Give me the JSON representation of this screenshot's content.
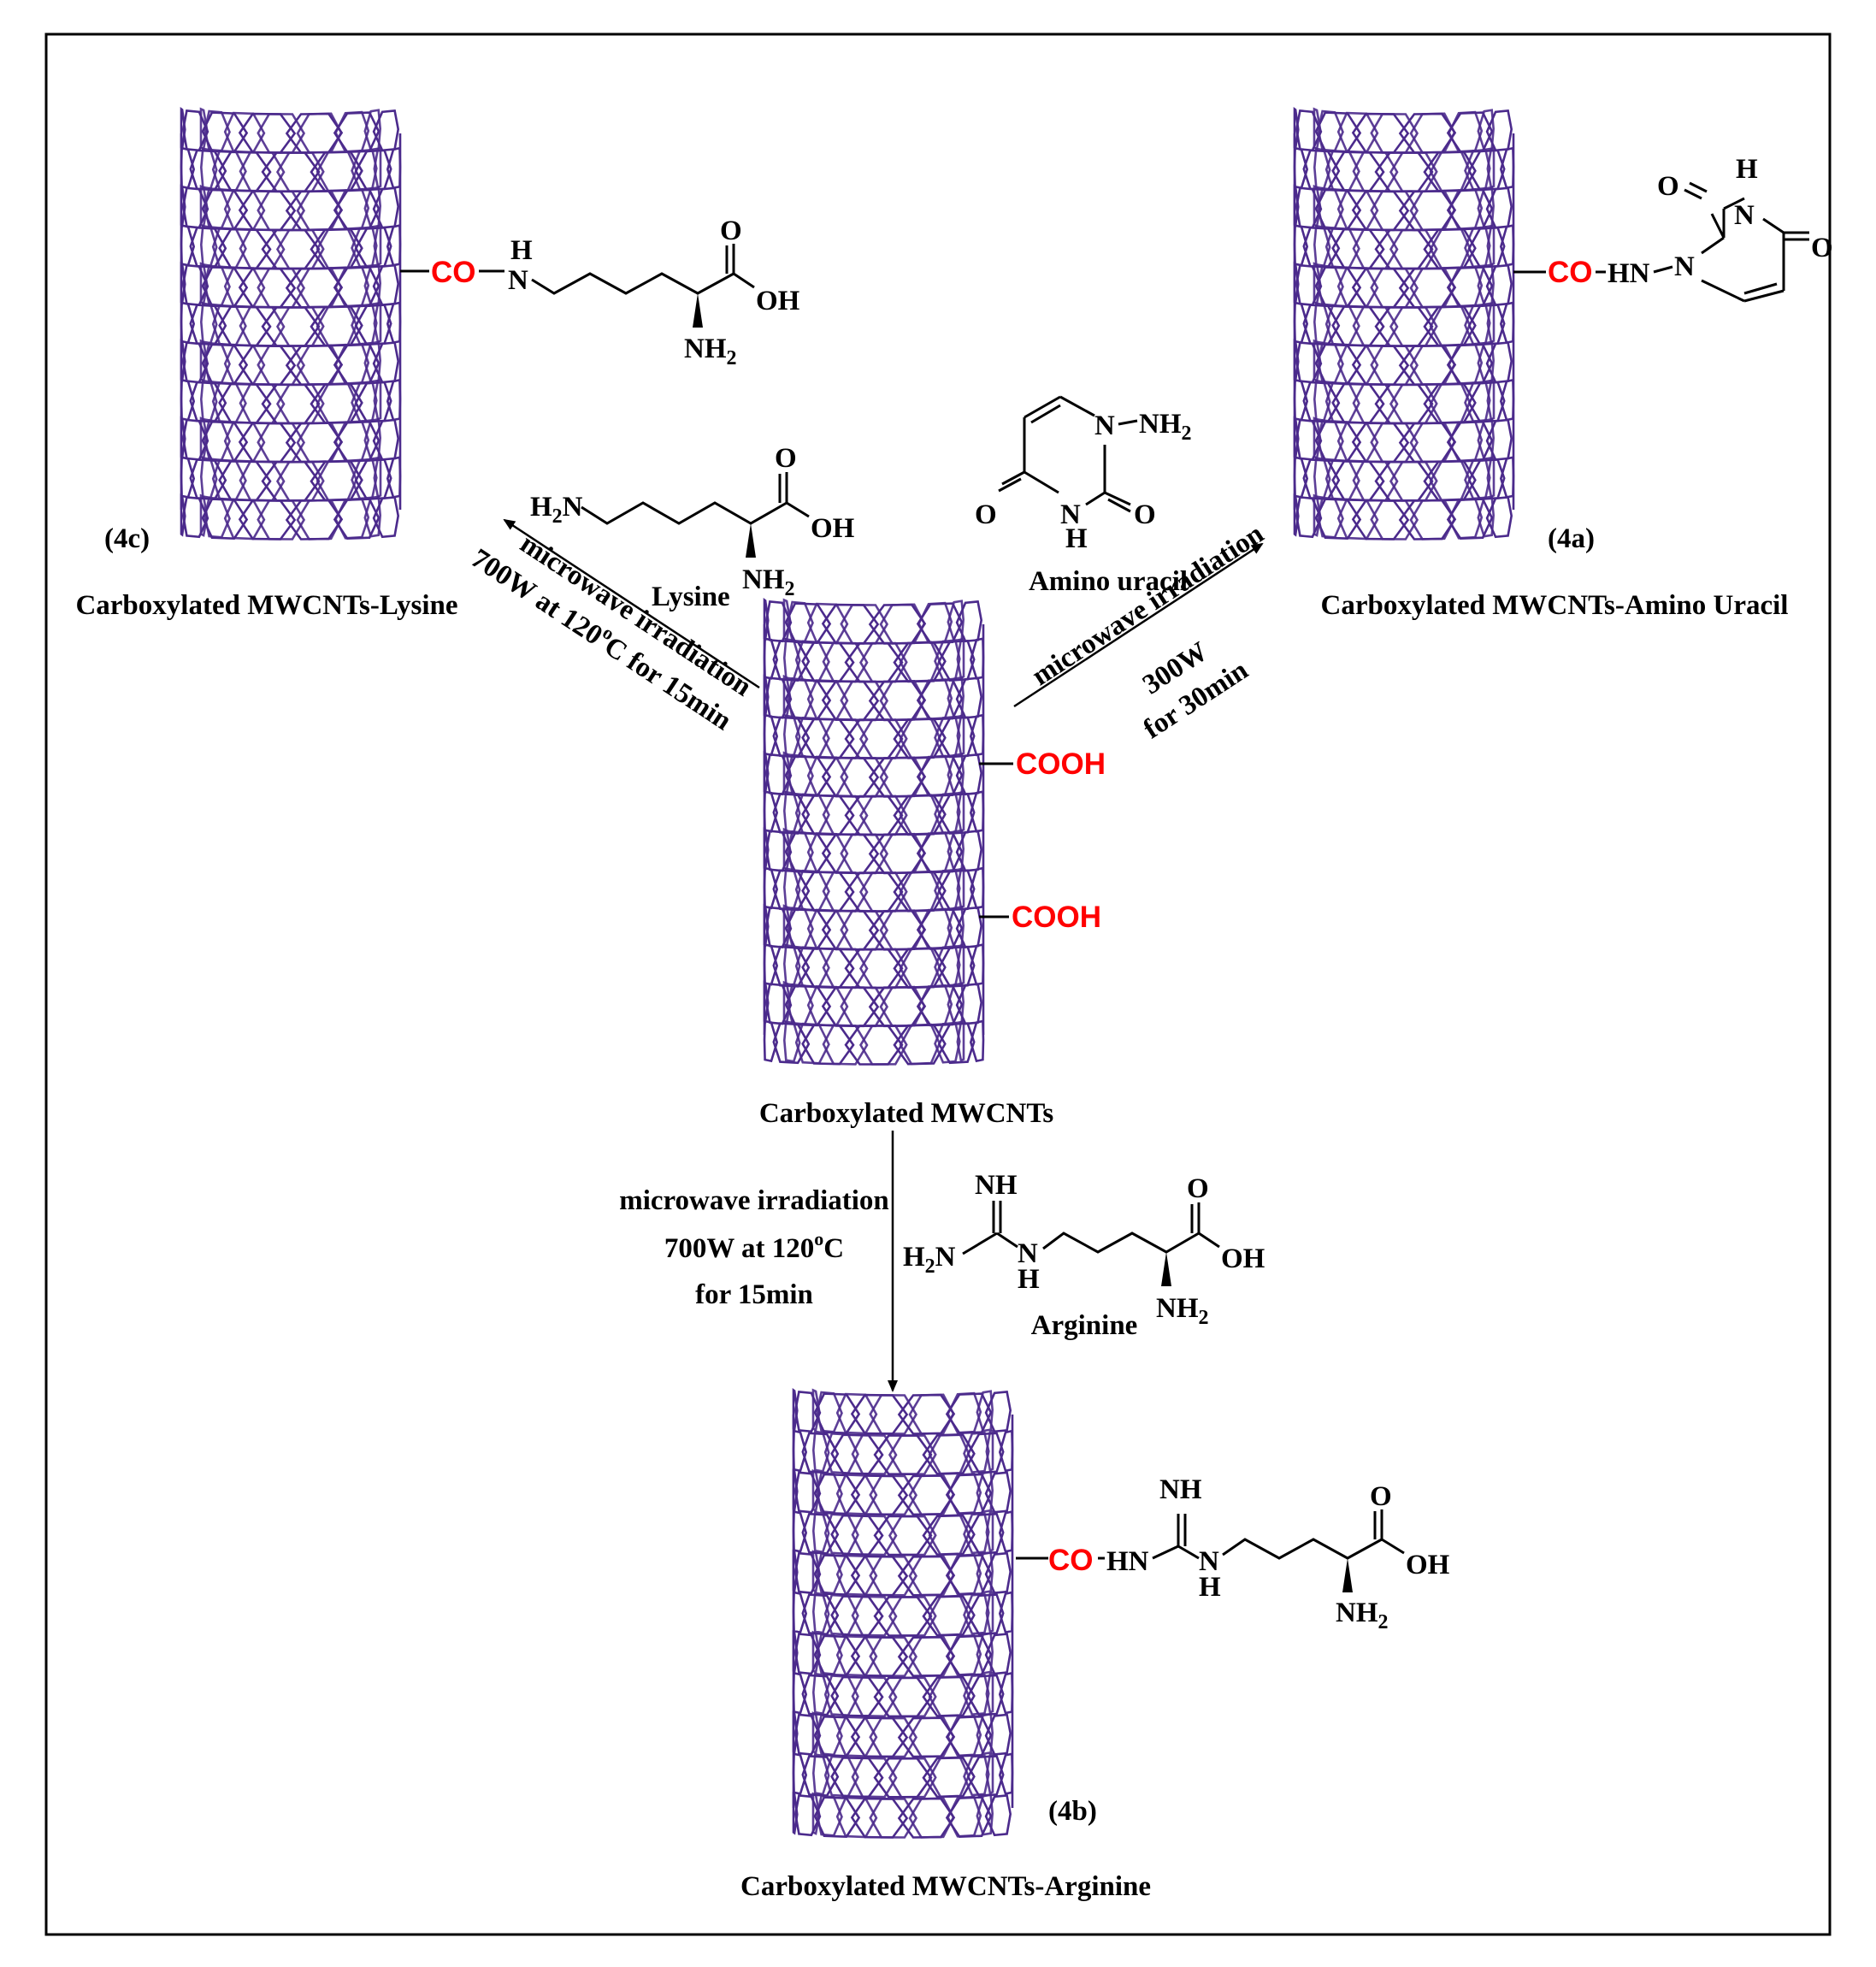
{
  "colors": {
    "nanotube": "#4b2a8c",
    "functional_group": "#ff0000",
    "text": "#000000"
  },
  "center": {
    "caption": "Carboxylated MWCNTs",
    "group1": "COOH",
    "group2": "COOH"
  },
  "product_4c": {
    "id": "(4c)",
    "caption": "Carboxylated MWCNTs-Lysine",
    "linker": "CO",
    "atoms": {
      "n_h": "H",
      "n": "N",
      "o": "O",
      "oh": "OH",
      "nh2": "NH",
      "nh2_sub": "2"
    }
  },
  "product_4a": {
    "id": "(4a)",
    "caption": "Carboxylated MWCNTs-Amino Uracil",
    "linker": "CO",
    "atoms": {
      "hn": "HN",
      "n1": "N",
      "h3": "H",
      "n3": "N",
      "o2": "O",
      "o4": "O"
    }
  },
  "product_4b": {
    "id": "(4b)",
    "caption": "Carboxylated MWCNTs-Arginine",
    "linker": "CO",
    "atoms": {
      "hn": "HN",
      "nh": "NH",
      "n": "N",
      "h": "H",
      "o": "O",
      "oh": "OH",
      "nh2": "NH",
      "nh2_sub": "2"
    }
  },
  "reagent_lysine": {
    "name": "Lysine",
    "atoms": {
      "h2n_h": "H",
      "h2n_sub": "2",
      "h2n_n": "N",
      "o": "O",
      "oh": "OH",
      "nh2": "NH",
      "nh2_sub": "2"
    }
  },
  "reagent_amino_uracil": {
    "name": "Amino uracil",
    "atoms": {
      "n1": "N",
      "nh2": "NH",
      "nh2_sub": "2",
      "o2": "O",
      "o4": "O",
      "n3": "N",
      "h3": "H"
    }
  },
  "reagent_arginine": {
    "name": "Arginine",
    "atoms": {
      "nh": "NH",
      "h2n_h": "H",
      "h2n_sub": "2",
      "h2n_n": "N",
      "n": "N",
      "h": "H",
      "o": "O",
      "oh": "OH",
      "nh2": "NH",
      "nh2_sub": "2"
    }
  },
  "conditions_left": {
    "line1": "microwave irradiation",
    "line2_pre": "700W at 120",
    "line2_sup": "o",
    "line2_post": "C for 15min"
  },
  "conditions_right": {
    "line1": "microwave irradiation",
    "line2": "300W",
    "line3": "for 30min"
  },
  "conditions_down": {
    "line1": "microwave irradiation",
    "line2_pre": "700W at 120",
    "line2_sup": "o",
    "line2_post": "C",
    "line3": "for 15min"
  }
}
